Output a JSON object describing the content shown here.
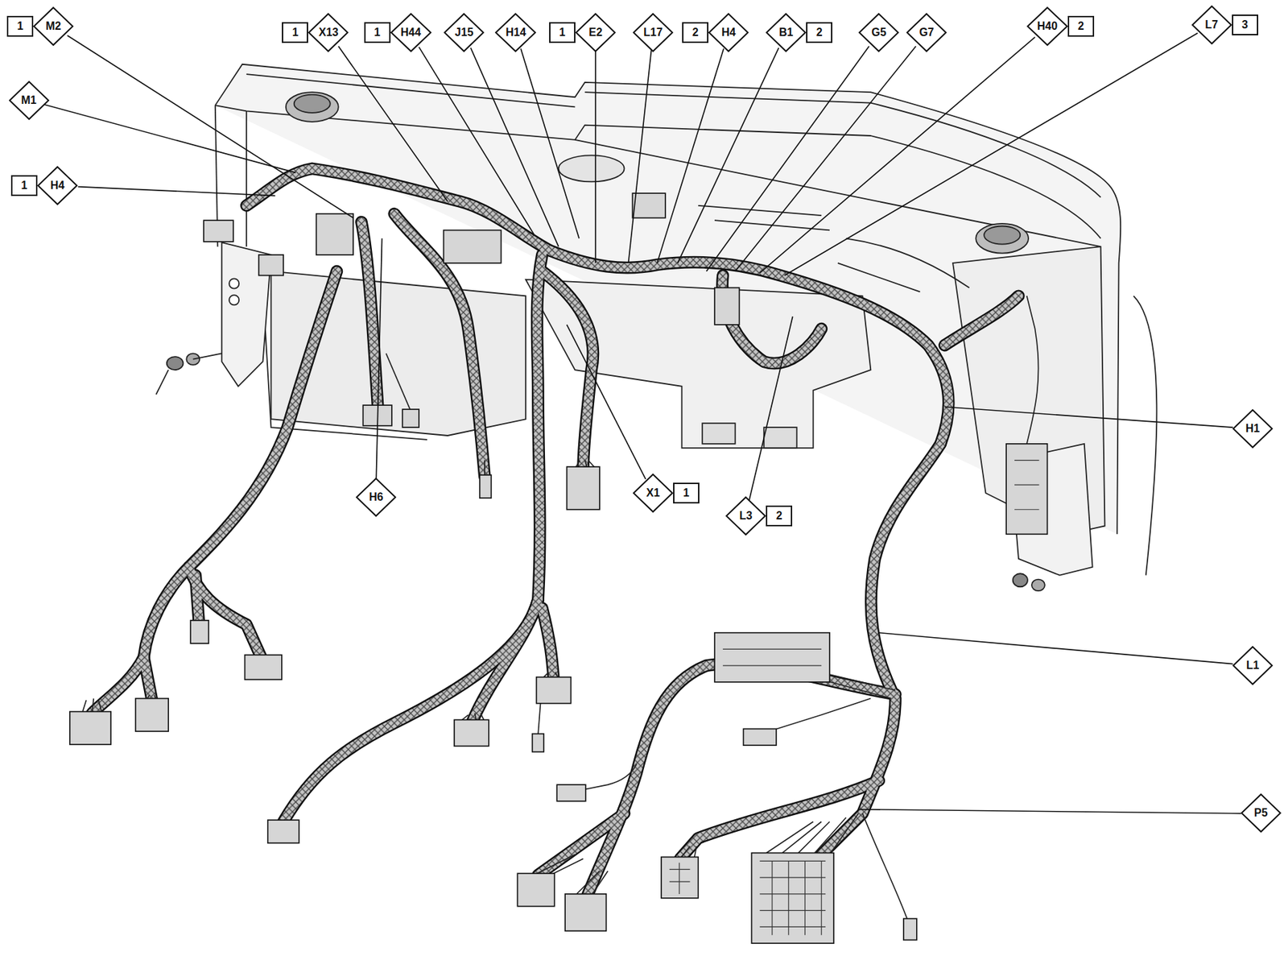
{
  "diagram": {
    "nodes": [
      {
        "text": [
          "1"
        ]
      },
      {
        "text": [
          "M2"
        ]
      },
      {
        "text": [
          "1"
        ]
      },
      {
        "text": [
          "X13"
        ]
      },
      {
        "text": [
          "1"
        ]
      },
      {
        "text": [
          "H44"
        ]
      },
      {
        "text": [
          "J15"
        ]
      },
      {
        "text": [
          "H14"
        ]
      },
      {
        "text": [
          "1"
        ]
      },
      {
        "text": [
          "E2"
        ]
      },
      {
        "text": [
          "L17"
        ]
      },
      {
        "text": [
          "2"
        ]
      },
      {
        "text": [
          "H4"
        ]
      },
      {
        "text": [
          "B1"
        ]
      },
      {
        "text": [
          "2"
        ]
      },
      {
        "text": [
          "G5"
        ]
      },
      {
        "text": [
          "G7"
        ]
      },
      {
        "text": [
          "H40"
        ]
      },
      {
        "text": [
          "2"
        ]
      },
      {
        "text": [
          "L7"
        ]
      },
      {
        "text": [
          "3"
        ]
      },
      {
        "text": [
          "M1"
        ]
      },
      {
        "text": [
          "1"
        ]
      },
      {
        "text": [
          "H4"
        ]
      },
      {
        "text": [
          "H1"
        ]
      },
      {
        "text": [
          "H6"
        ]
      },
      {
        "text": [
          "X1"
        ]
      },
      {
        "text": [
          "1"
        ]
      },
      {
        "text": [
          "L3"
        ]
      },
      {
        "text": [
          "2"
        ]
      },
      {
        "text": [
          "L1"
        ]
      },
      {
        "text": [
          "P5"
        ]
      }
    ]
  }
}
